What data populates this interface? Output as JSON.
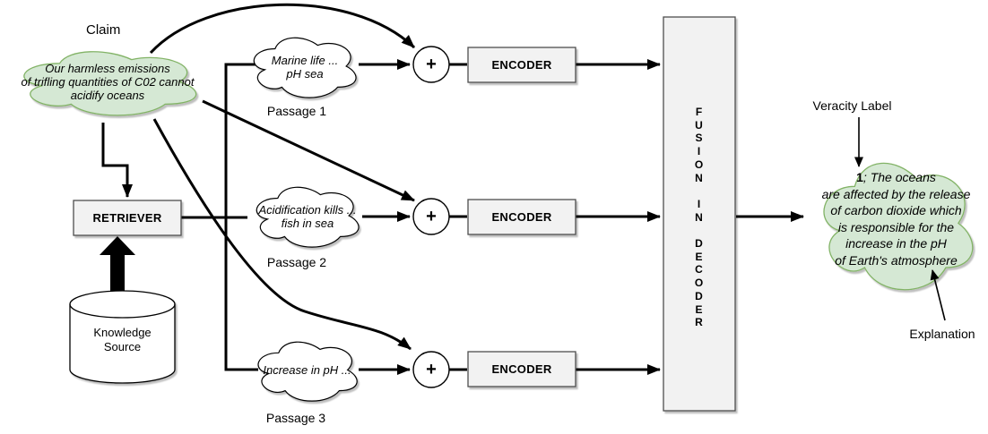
{
  "labels": {
    "claim": "Claim",
    "veracity": "Veracity Label",
    "explanation": "Explanation"
  },
  "claim_cloud": {
    "text": "Our harmless emissions\nof trifling quantities of C02 cannot\nacidify oceans"
  },
  "retriever": {
    "label": "RETRIEVER"
  },
  "knowledge_source": {
    "label": "Knowledge\nSource"
  },
  "passages": [
    {
      "cloud_text": "Marine life ...\npH sea",
      "caption": "Passage 1"
    },
    {
      "cloud_text": "Acidification kills ...\nfish in sea",
      "caption": "Passage 2"
    },
    {
      "cloud_text": "Increase in pH ...",
      "caption": "Passage 3"
    }
  ],
  "combiner": {
    "symbol": "+"
  },
  "encoders": [
    "ENCODER",
    "ENCODER",
    "ENCODER"
  ],
  "fusion_decoder": {
    "label": "F\nU\nS\nI\nO\nN\n\nI\nN\n\nD\nE\nC\nO\nD\nE\nR"
  },
  "output_cloud": {
    "veracity_value": "1",
    "explanation_text": "; The oceans\nare affected by the release\nof carbon dioxide which\nis responsible for the\nincrease in the pH\nof Earth's atmosphere"
  },
  "colors": {
    "claim_fill": "#d5e8d4",
    "claim_stroke": "#82b366",
    "box_fill": "#f2f2f2",
    "box_stroke": "#4d4d4d",
    "line": "#000000"
  }
}
